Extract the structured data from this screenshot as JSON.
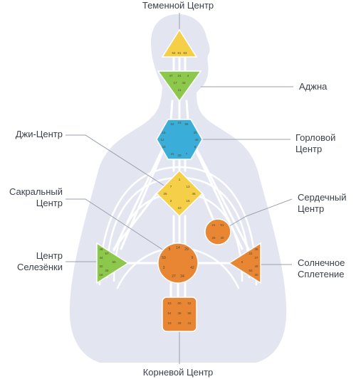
{
  "centers": {
    "crown": {
      "label": "Теменной Центр",
      "color": "#f4cf47",
      "gates": [
        "64",
        "61",
        "63"
      ]
    },
    "ajna": {
      "label": "Аджна",
      "color": "#8cc84b",
      "gates": [
        "47",
        "24",
        "4",
        "17",
        "43",
        "11"
      ]
    },
    "throat": {
      "label_line1": "Горловой",
      "label_line2": "Центр",
      "color": "#3aaed8",
      "gates": [
        "62",
        "23",
        "56",
        "16",
        "35",
        "12",
        "45",
        "33",
        "8",
        "31",
        "20",
        "7"
      ]
    },
    "g": {
      "label": "Джи-Центр",
      "color": "#f4cf47",
      "gates": [
        "1",
        "7",
        "13",
        "25",
        "46",
        "2",
        "15",
        "10"
      ]
    },
    "heart": {
      "label_line1": "Сердечный",
      "label_line2": "Центр",
      "color": "#e88633",
      "gates": [
        "21",
        "51",
        "26",
        "40"
      ]
    },
    "sacral": {
      "label_line1": "Сакральный",
      "label_line2": "Центр",
      "color": "#e88633",
      "gates": [
        "5",
        "14",
        "29",
        "59",
        "9",
        "3",
        "42",
        "27",
        "34"
      ]
    },
    "spleen": {
      "label_line1": "Центр",
      "label_line2": "Селезёнки",
      "color": "#8cc84b",
      "gates": [
        "48",
        "57",
        "44",
        "50",
        "32",
        "28",
        "18"
      ]
    },
    "solar": {
      "label_line1": "Солнечное",
      "label_line2": "Сплетение",
      "color": "#e88633",
      "gates": [
        "36",
        "22",
        "37",
        "6",
        "49",
        "55",
        "30"
      ]
    },
    "root": {
      "label": "Корневой Центр",
      "color": "#e88633",
      "gates": [
        "53",
        "60",
        "52",
        "54",
        "38",
        "58",
        "19",
        "39",
        "41"
      ]
    }
  },
  "body_color": "#e3e6f1",
  "channel_color": "#ffffff",
  "leader_color": "#9aa0ad"
}
